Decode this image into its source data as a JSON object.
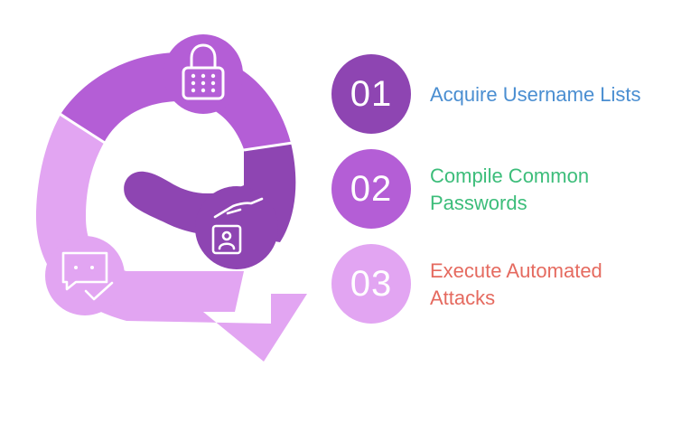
{
  "steps": [
    {
      "number": "01",
      "label": "Acquire Username Lists",
      "circle_color": "#8e45b2",
      "label_color": "#4a8ed1"
    },
    {
      "number": "02",
      "label": "Compile Common Passwords",
      "circle_color": "#b45ed6",
      "label_color": "#3cbd7a"
    },
    {
      "number": "03",
      "label": "Execute Automated Attacks",
      "circle_color": "#e2a5f2",
      "label_color": "#e56a5f"
    }
  ],
  "icons": {
    "stage1": "lock-icon",
    "stage2": "id-card-hand-icon",
    "stage3": "chat-check-icon"
  },
  "colors": {
    "light_purple": "#e2a5f2",
    "mid_purple": "#b45ed6",
    "dark_purple": "#8e45b2"
  }
}
